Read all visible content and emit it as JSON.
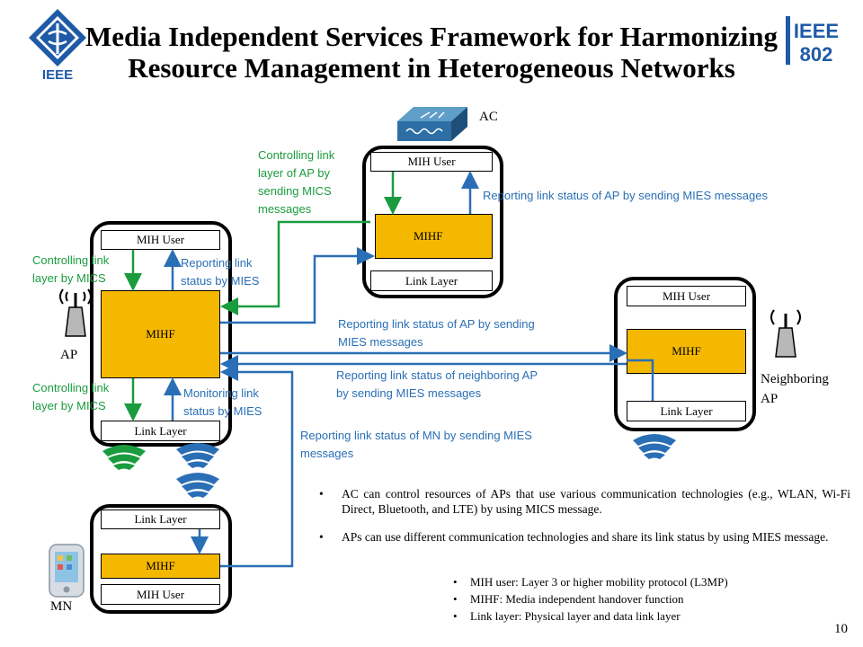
{
  "title": {
    "line1": "Media Independent Services Framework for Harmonizing",
    "line2": "Resource Management in Heterogeneous Networks"
  },
  "logos": {
    "ieee_left": "IEEE",
    "ieee802_a": "IEEE",
    "ieee802_b": "802"
  },
  "layers": {
    "mih_user": "MIH User",
    "mihf": "MIHF",
    "link_layer": "Link Layer"
  },
  "devices": {
    "ac": "AC",
    "ap": "AP",
    "neighbor_ap_1": "Neighboring",
    "neighbor_ap_2": "AP",
    "mn": "MN"
  },
  "labels": {
    "ctrl_ap_1": "Controlling link",
    "ctrl_ap_2": "layer of AP by",
    "ctrl_ap_3": "sending MICS",
    "ctrl_ap_4": "messages",
    "ctrl_mics_top_1": "Controlling link",
    "ctrl_mics_top_2": "layer by MICS",
    "ctrl_mics_bot_1": "Controlling link",
    "ctrl_mics_bot_2": "layer by MICS",
    "report_mies_1": "Reporting link",
    "report_mies_2": "status by MIES",
    "monitor_1": "Monitoring link",
    "monitor_2": "status by MIES",
    "report_ap_ac": "Reporting link status of AP by sending MIES messages",
    "report_ap_send_1": "Reporting link status of AP by sending",
    "report_ap_send_2": "MIES messages",
    "report_neighbor_1": "Reporting link status of neighboring AP",
    "report_neighbor_2": "by sending MIES messages",
    "report_mn_1": "Reporting link status of MN by sending MIES",
    "report_mn_2": "messages"
  },
  "bullets": [
    "AC can control resources of APs that use various communication technologies (e.g., WLAN, Wi-Fi Direct, Bluetooth, and LTE) by using MICS message.",
    "APs can use different communication technologies and share its link status by using MIES message."
  ],
  "definitions": [
    "MIH user: Layer 3 or higher mobility protocol (L3MP)",
    "MIHF: Media independent handover function",
    "Link layer: Physical layer and data link layer"
  ],
  "page_number": "10",
  "colors": {
    "green": "#1a9c3e",
    "blue": "#2a6fb5",
    "mihf": "#f5b800",
    "logo_blue": "#1f5aa6"
  }
}
